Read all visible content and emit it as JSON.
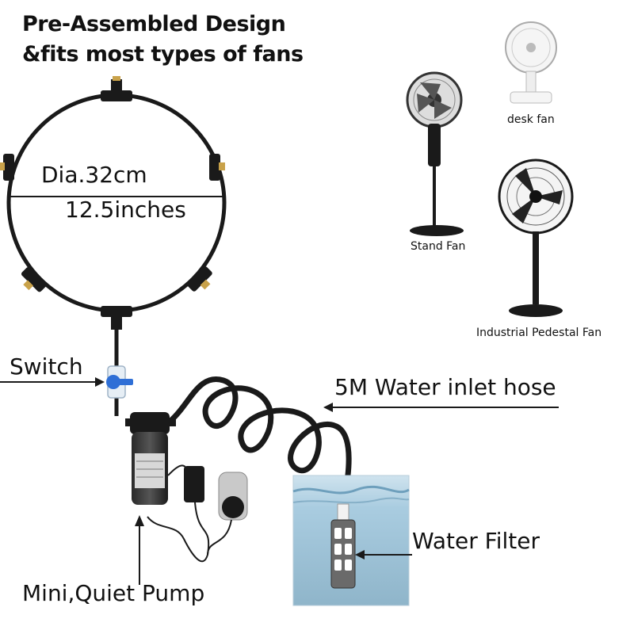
{
  "headline": {
    "line1": "Pre-Assembled Design",
    "line2": "&fits most types of fans"
  },
  "ring": {
    "diameter_metric": "Dia.32cm",
    "diameter_imperial": "12.5inches"
  },
  "fans": [
    {
      "name": "desk fan"
    },
    {
      "name": "Stand Fan"
    },
    {
      "name": "Industrial Pedestal Fan"
    }
  ],
  "callouts": {
    "switch": "Switch",
    "hose": "5M Water inlet hose",
    "filter": "Water Filter",
    "pump": "Mini,Quiet Pump"
  },
  "colors": {
    "tubing": "#1a1a1a",
    "nozzle_brass": "#c9a24a",
    "valve_blue": "#2f6fd6",
    "water": "#9cc3d8"
  }
}
